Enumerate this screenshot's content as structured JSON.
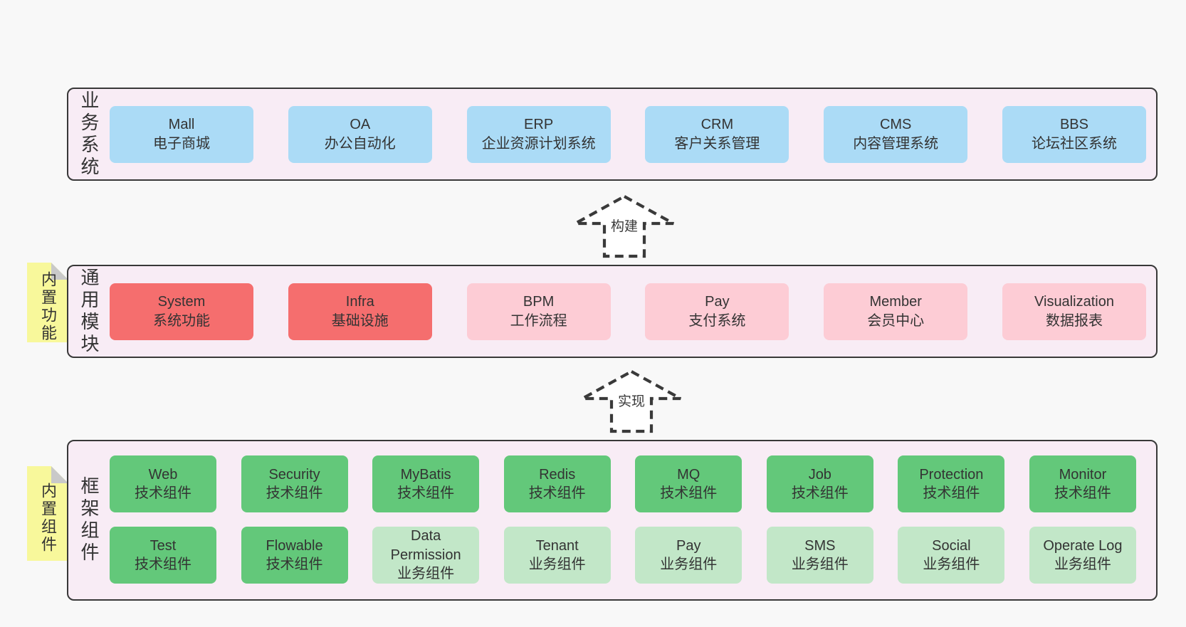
{
  "colors": {
    "page_background": "#f8f8f8",
    "container_fill": "#f8ecf5",
    "container_border": "#383838",
    "box_blue": "#abdbf6",
    "box_red": "#f56e6e",
    "box_pink": "#fdccd5",
    "box_green": "#63c87a",
    "box_light_green": "#c2e7c8",
    "note_yellow": "#f8f89b",
    "note_fold_gray": "#c9c9c9",
    "arrow_stroke": "#3a3a3a",
    "text": "#333333"
  },
  "layers": {
    "business": {
      "label": "业务系统",
      "boxes": [
        {
          "en": "Mall",
          "zh": "电子商城",
          "variant": "blue"
        },
        {
          "en": "OA",
          "zh": "办公自动化",
          "variant": "blue"
        },
        {
          "en": "ERP",
          "zh": "企业资源计划系统",
          "variant": "blue"
        },
        {
          "en": "CRM",
          "zh": "客户关系管理",
          "variant": "blue"
        },
        {
          "en": "CMS",
          "zh": "内容管理系统",
          "variant": "blue"
        },
        {
          "en": "BBS",
          "zh": "论坛社区系统",
          "variant": "blue"
        }
      ]
    },
    "modules": {
      "label": "通用模块",
      "note": "内置功能",
      "boxes": [
        {
          "en": "System",
          "zh": "系统功能",
          "variant": "red"
        },
        {
          "en": "Infra",
          "zh": "基础设施",
          "variant": "red"
        },
        {
          "en": "BPM",
          "zh": "工作流程",
          "variant": "pink"
        },
        {
          "en": "Pay",
          "zh": "支付系统",
          "variant": "pink"
        },
        {
          "en": "Member",
          "zh": "会员中心",
          "variant": "pink"
        },
        {
          "en": "Visualization",
          "zh": "数据报表",
          "variant": "pink"
        }
      ]
    },
    "components": {
      "label": "框架组件",
      "note": "内置组件",
      "rows": [
        [
          {
            "en": "Web",
            "zh": "技术组件",
            "variant": "green"
          },
          {
            "en": "Security",
            "zh": "技术组件",
            "variant": "green"
          },
          {
            "en": "MyBatis",
            "zh": "技术组件",
            "variant": "green"
          },
          {
            "en": "Redis",
            "zh": "技术组件",
            "variant": "green"
          },
          {
            "en": "MQ",
            "zh": "技术组件",
            "variant": "green"
          },
          {
            "en": "Job",
            "zh": "技术组件",
            "variant": "green"
          },
          {
            "en": "Protection",
            "zh": "技术组件",
            "variant": "green"
          },
          {
            "en": "Monitor",
            "zh": "技术组件",
            "variant": "green"
          }
        ],
        [
          {
            "en": "Test",
            "zh": "技术组件",
            "variant": "green"
          },
          {
            "en": "Flowable",
            "zh": "技术组件",
            "variant": "green"
          },
          {
            "en": "Data Permission",
            "zh": "业务组件",
            "variant": "light-green"
          },
          {
            "en": "Tenant",
            "zh": "业务组件",
            "variant": "light-green"
          },
          {
            "en": "Pay",
            "zh": "业务组件",
            "variant": "light-green"
          },
          {
            "en": "SMS",
            "zh": "业务组件",
            "variant": "light-green"
          },
          {
            "en": "Social",
            "zh": "业务组件",
            "variant": "light-green"
          },
          {
            "en": "Operate Log",
            "zh": "业务组件",
            "variant": "light-green"
          }
        ]
      ]
    }
  },
  "arrows": [
    {
      "label": "构建"
    },
    {
      "label": "实现"
    }
  ]
}
